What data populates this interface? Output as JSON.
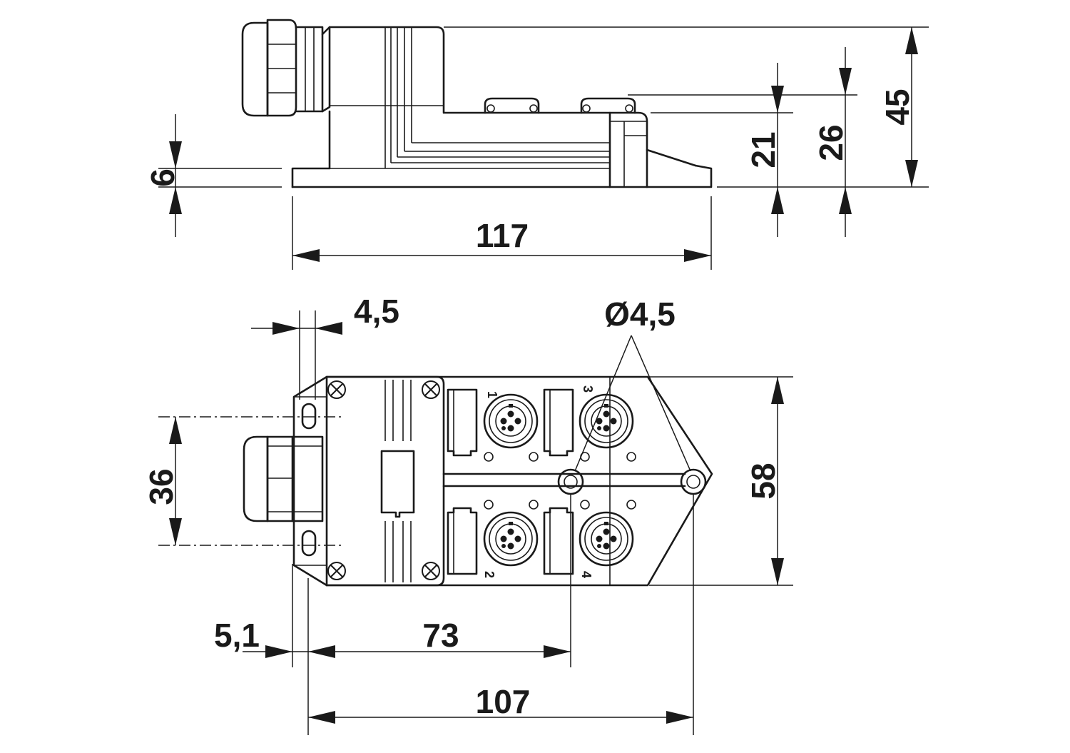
{
  "dimensions": {
    "side_view": {
      "total_length": "117",
      "base_height": "6",
      "connector_height_a": "21",
      "connector_height_b": "26",
      "total_height": "45"
    },
    "top_view": {
      "offset_top": "4,5",
      "hole_diameter": "Ø4,5",
      "width": "58",
      "mount_spacing": "36",
      "offset_left": "5,1",
      "hole_distance_short": "73",
      "hole_distance_long": "107"
    }
  },
  "port_labels": [
    "1",
    "2",
    "3",
    "4"
  ]
}
